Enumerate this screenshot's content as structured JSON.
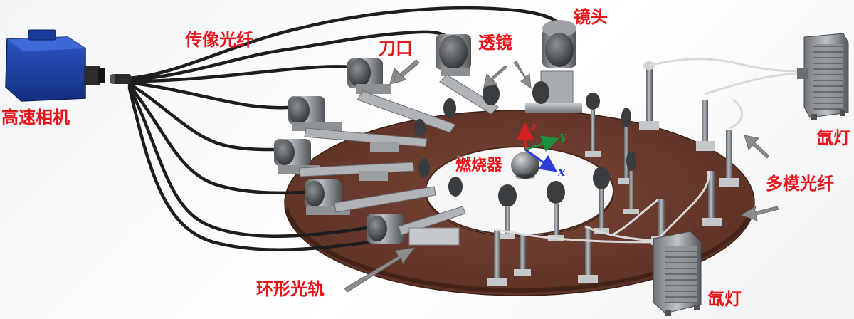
{
  "labels": {
    "camera": "高速相机",
    "fiber_bundle": "传像光纤",
    "knife_edge": "刀口",
    "lens_top": "镜头",
    "lenses": "透镜",
    "burner": "燃烧器",
    "argon_lamp_right": "氙灯",
    "multimode_fiber": "多模光纤",
    "ring_rail": "环形光轨",
    "argon_lamp_bottom": "氙灯"
  },
  "axes": {
    "x": "x",
    "y": "y",
    "z": "z"
  },
  "colors": {
    "label_red": "#e8141b",
    "rail_brown": "#6b3a2c",
    "camera_blue": "#1c3f9e",
    "axis_x": "#2b3fd6",
    "axis_y": "#1d8f3e",
    "axis_z": "#d42020",
    "arrow_gray": "#8c8c8c"
  }
}
